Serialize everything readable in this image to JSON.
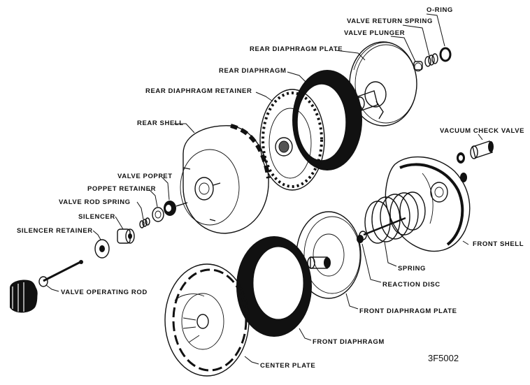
{
  "figure_code": "3F5002",
  "labels": {
    "o_ring": "O-RING",
    "valve_return_spring": "VALVE RETURN SPRING",
    "valve_plunger": "VALVE PLUNGER",
    "rear_diaphragm_plate": "REAR DIAPHRAGM PLATE",
    "rear_diaphragm": "REAR DIAPHRAGM",
    "rear_diaphragm_retainer": "REAR DIAPHRAGM RETAINER",
    "rear_shell": "REAR SHELL",
    "vacuum_check_valve": "VACUUM CHECK VALVE",
    "valve_poppet": "VALVE POPPET",
    "poppet_retainer": "POPPET RETAINER",
    "valve_rod_spring": "VALVE ROD SPRING",
    "silencer": "SILENCER",
    "silencer_retainer": "SILENCER RETAINER",
    "front_shell": "FRONT SHELL",
    "spring": "SPRING",
    "reaction_disc": "REACTION DISC",
    "valve_operating_rod": "VALVE OPERATING ROD",
    "front_diaphragm_plate": "FRONT DIAPHRAGM PLATE",
    "front_diaphragm": "FRONT DIAPHRAGM",
    "center_plate": "CENTER PLATE"
  }
}
